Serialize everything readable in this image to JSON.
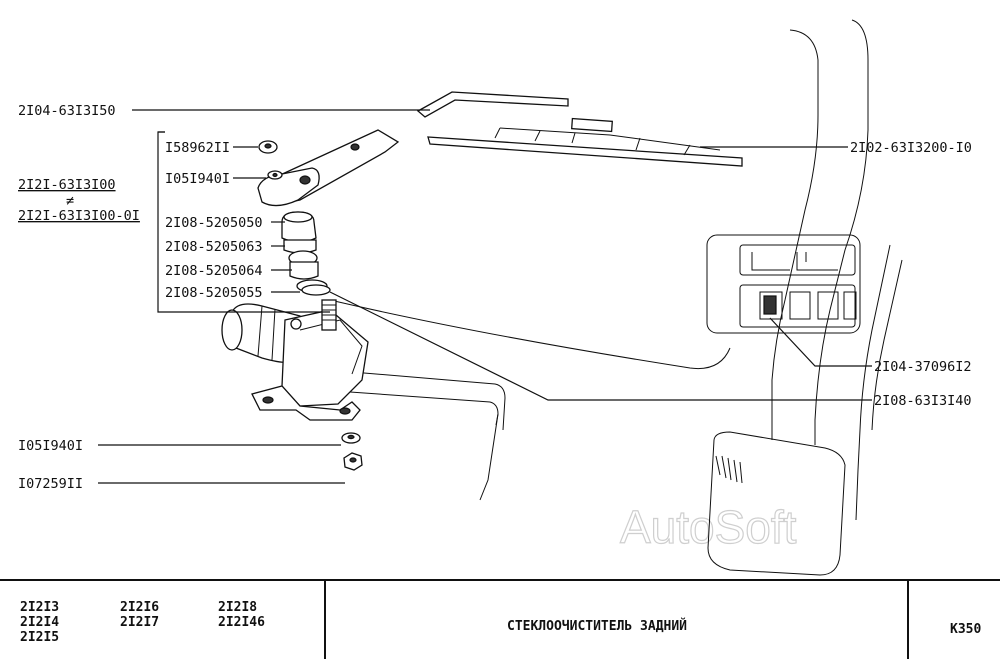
{
  "labels": {
    "arm": "2I04-63I3I50",
    "nut": "I58962II",
    "washer_top": "I05I940I",
    "assembly_a": "2I2I-63I3I00",
    "not_equal": "≠",
    "assembly_b": "2I2I-63I3I00-0I",
    "cap": "2I08-5205050",
    "seal": "2I08-5205063",
    "ring": "2I08-5205064",
    "gasket": "2I08-5205055",
    "washer_bottom": "I05I940I",
    "nut_bottom": "I07259II",
    "blade": "2I02-63I3200-I0",
    "switch": "2I04-37096I2",
    "motor": "2I08-63I3I40"
  },
  "title_block": {
    "models": [
      "2I2I3",
      "2I2I4",
      "2I2I5",
      "2I2I6",
      "2I2I7",
      "2I2I8",
      "2I2I46"
    ],
    "title": "СТЕКЛООЧИСТИТЕЛЬ ЗАДНИЙ",
    "code": "К350"
  },
  "watermark": "AutoSoft"
}
